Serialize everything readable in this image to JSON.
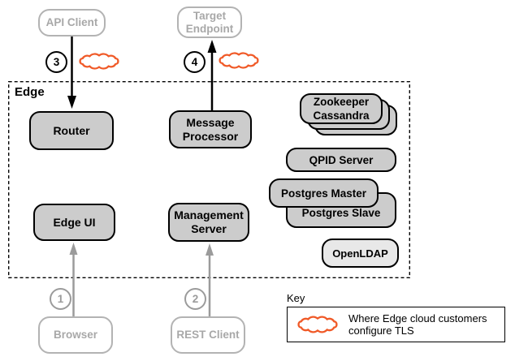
{
  "external": {
    "api_client": "API Client",
    "target_endpoint": {
      "line1": "Target",
      "line2": "Endpoint"
    },
    "browser": "Browser",
    "rest_client": "REST Client"
  },
  "edge": {
    "title": "Edge",
    "router": "Router",
    "message_processor": {
      "line1": "Message",
      "line2": "Processor"
    },
    "edge_ui": "Edge UI",
    "management_server": {
      "line1": "Management",
      "line2": "Server"
    },
    "zookeeper": "Zookeeper",
    "cassandra": "Cassandra",
    "qpid_server": "QPID Server",
    "postgres_master": "Postgres Master",
    "postgres_slave": "Postgres Slave",
    "openldap": "OpenLDAP"
  },
  "badges": {
    "one": "1",
    "two": "2",
    "three": "3",
    "four": "4"
  },
  "key": {
    "title": "Key",
    "line1": "Where Edge cloud customers",
    "line2": "configure TLS"
  },
  "colors": {
    "cloud": "#F05A28",
    "box_fill": "#CCCCCC",
    "openldap_fill": "#E8E8E8",
    "gray": "#9B9B9B",
    "ext_border": "#B3B3B3",
    "ext_text": "#A8A8A8"
  }
}
